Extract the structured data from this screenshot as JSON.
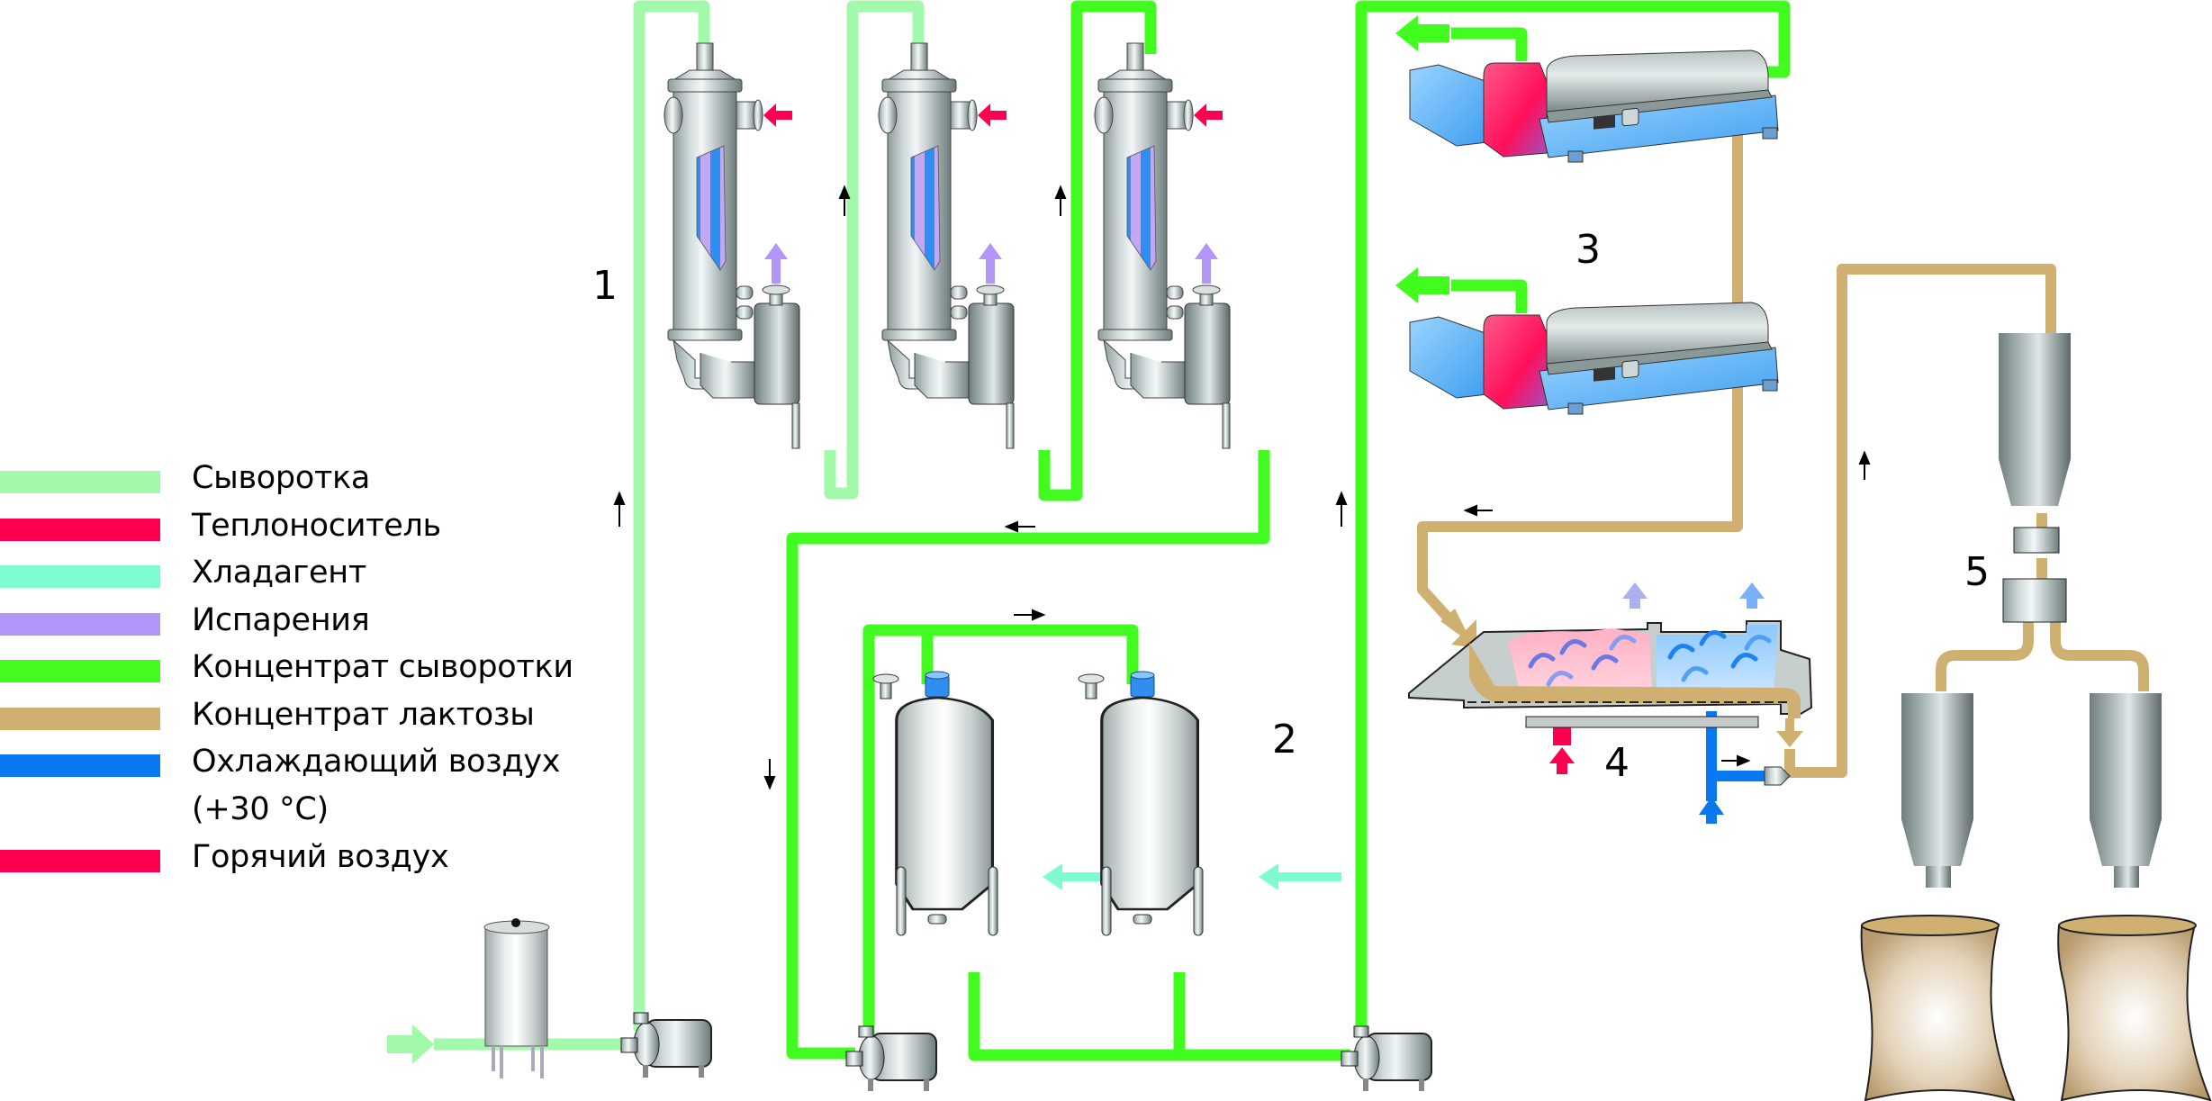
{
  "diagram": {
    "title": "Lactose production process flow",
    "legend": [
      {
        "label": "Сыворотка",
        "color": "#a2f9a9"
      },
      {
        "label": "Теплоноситель",
        "color": "#ff0050"
      },
      {
        "label": "Хладагент",
        "color": "#7cfcd0"
      },
      {
        "label": "Испарения",
        "color": "#b195f7"
      },
      {
        "label": "Концентрат сыворотки",
        "color": "#42fb1f"
      },
      {
        "label": "Концентрат лактозы",
        "color": "#d0b070"
      },
      {
        "label": "Охлаждающий воздух\n(+30 °C)",
        "label_line1": "Охлаждающий воздух",
        "label_line2": "(+30 °C)",
        "color": "#0a78f0"
      },
      {
        "label": "Горячий воздух",
        "color": "#ff0050"
      }
    ],
    "callouts": {
      "evaporators": "1",
      "crystallizer_tanks": "2",
      "decanter_centrifuges": "3",
      "fluid_bed_dryer": "4",
      "packing": "5"
    },
    "units": {
      "evaporators": 3,
      "crystallizer_tanks": 2,
      "decanters": 2,
      "silos": 3,
      "bags": 2,
      "pumps": 3
    },
    "colors": {
      "steel_light": "#e4ecec",
      "steel_mid": "#a8b4b4",
      "steel_dark": "#6e7c7c",
      "decanter_blue": "#6ab8f5",
      "decanter_red": "#ff0f5a",
      "bag": "#c8a878"
    }
  }
}
